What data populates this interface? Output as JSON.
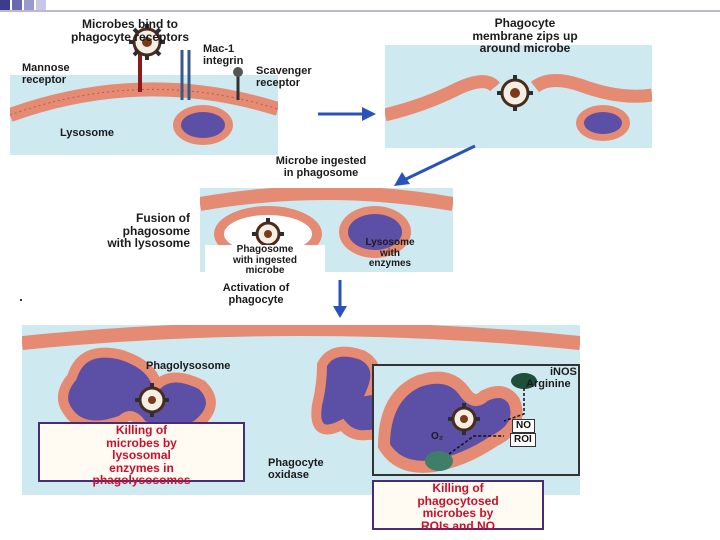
{
  "labels": {
    "microbes_bind": "Microbes bind to\nphagocyte receptors",
    "mac1": "Mac-1\nintegrin",
    "mannose": "Mannose\nreceptor",
    "scavenger": "Scavenger\nreceptor",
    "lysosome": "Lysosome",
    "zips_up": "Phagocyte\nmembrane zips up\naround microbe",
    "ingested": "Microbe ingested\nin phagosome",
    "fusion": "Fusion of\nphagosome\nwith lysosome",
    "phagosome_ingested": "Phagosome\nwith ingested\nmicrobe",
    "lysosome_enzymes": "Lysosome\nwith\nenzymes",
    "activation": "Activation of\nphagocyte",
    "phagolysosome": "Phagolysosome",
    "inos": "iNOS",
    "arginine": "Arginine",
    "no": "NO",
    "o2": "O₂",
    "roi": "ROI",
    "phagocyte_oxidase": "Phagocyte\noxidase",
    "killing_lysosomal": "Killing of\nmicrobes by\nlysosomal\nenzymes in\nphagolysosomes",
    "killing_rois": "Killing of\nphagocytosed\nmicrobes by\nROIs and NO"
  },
  "colors": {
    "cytoplasm": "#cfe9f1",
    "membrane": "#e58a73",
    "lumen": "#5c4fa6",
    "label_red": "#c8102e",
    "arrow": "#2a52be",
    "deco_dark": "#3c3c8c",
    "deco_light": "#c8c8e6"
  },
  "icons": [
    "microbe-icon",
    "lysosome-icon",
    "receptor-icon",
    "enzyme-icon"
  ]
}
